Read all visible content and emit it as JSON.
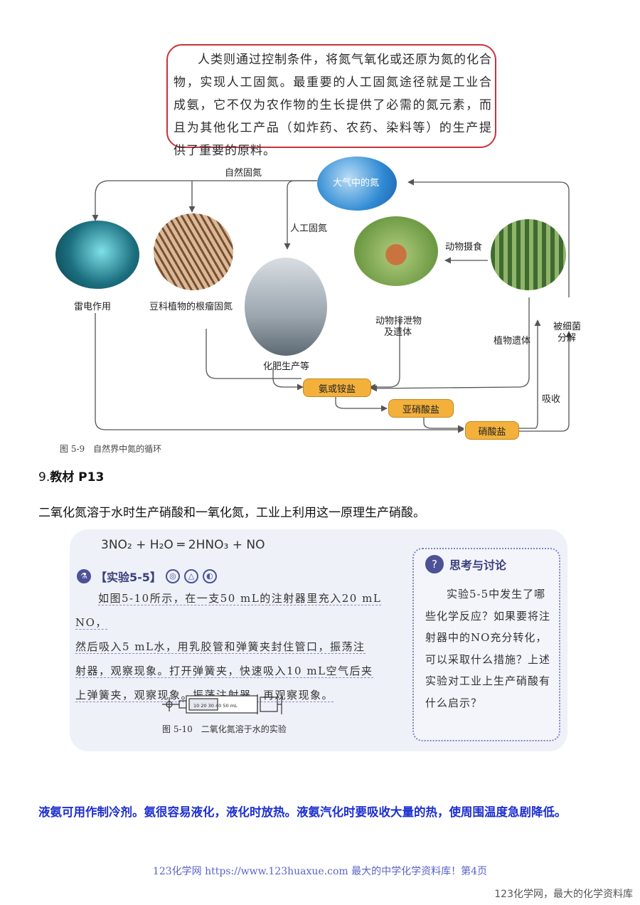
{
  "quote": {
    "text": "人类则通过控制条件，将氮气氧化或还原为氮的化合物，实现人工固氮。最重要的人工固氮途径就是工业合成氨，它不仅为农作物的生长提供了必需的氮元素，而且为其他化工产品（如炸药、农药、染料等）的生产提供了重要的原料。"
  },
  "cycle": {
    "atmosphere": "大气中的氮",
    "natural_fix": "自然固氮",
    "artificial_fix": "人工固氮",
    "lightning": "雷电作用",
    "legume": "豆科植物的根瘤固氮",
    "fertilizer": "化肥生产等",
    "animal_eat": "动物摄食",
    "animal_waste_1": "动物排泄物",
    "animal_waste_2": "及遗体",
    "plant_remains": "植物遗体",
    "bacteria_1": "被细菌",
    "bacteria_2": "分解",
    "absorb": "吸收",
    "ammonia": "氨或铵盐",
    "nitrite": "亚硝酸盐",
    "nitrate": "硝酸盐",
    "caption": "图 5-9　自然界中氮的循环",
    "colors": {
      "salt_box": "#f3b13c",
      "arrow": "#555555"
    }
  },
  "section": {
    "number": "9.",
    "title": "教材 P13",
    "intro": "二氧化氮溶于水时生产硝酸和一氧化氮，工业上利用这一原理生产硝酸。"
  },
  "experiment": {
    "equation": "3NO₂ + H₂O ═ 2HNO₃ + NO",
    "heading": "【实验5-5】",
    "lines": [
      "如图5-10所示，在一支50 mL的注射器里充入20 mL NO，",
      "然后吸入5 mL水，用乳胶管和弹簧夹封住管口，振荡注",
      "射器，观察现象。打开弹簧夹，快速吸入10 mL空气后夹",
      "上弹簧夹，观察现象。振荡注射器，再观察现象。"
    ],
    "syringe_marks": "10 20 30 40 50 mL",
    "caption": "图 5-10　二氧化氮溶于水的实验"
  },
  "discussion": {
    "title": "思考与讨论",
    "text": "实验5-5中发生了哪些化学反应？如果要将注射器中的NO充分转化，可以采取什么措施？上述实验对工业上生产硝酸有什么启示？"
  },
  "note": "液氨可用作制冷剂。氨很容易液化，液化时放热。液氨汽化时要吸收大量的热，使周围温度急剧降低。",
  "footer": "123化学网 https://www.123huaxue.com 最大的中学化学资料库！第4页",
  "watermark": "123化学网，最大的化学资料库"
}
